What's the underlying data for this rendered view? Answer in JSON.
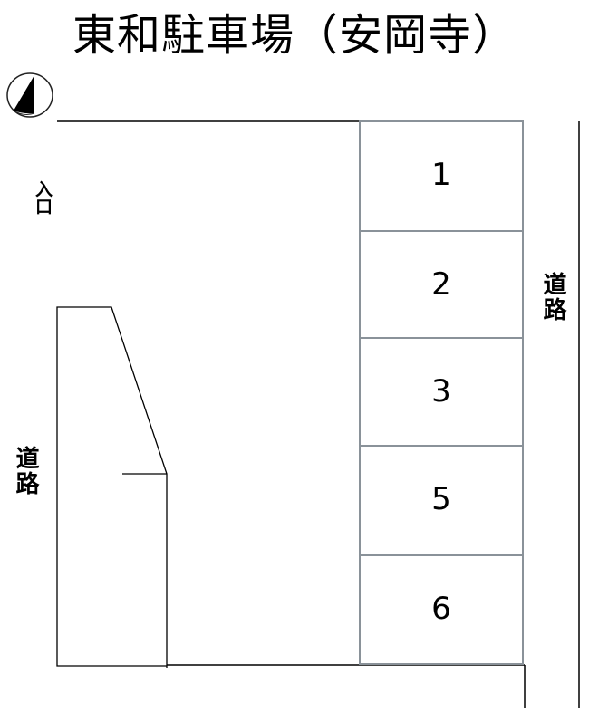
{
  "title": "東和駐車場（安岡寺）",
  "compass": {
    "icon": "north-arrow-icon",
    "direction": "north"
  },
  "labels": {
    "entrance": "入口",
    "road_left": "道路",
    "road_right": "道路"
  },
  "parking_slots": [
    {
      "number": "1"
    },
    {
      "number": "2"
    },
    {
      "number": "3"
    },
    {
      "number": "5"
    },
    {
      "number": "6"
    }
  ],
  "colors": {
    "line": "#000000",
    "slot_border": "#8a9299",
    "background": "#ffffff"
  }
}
